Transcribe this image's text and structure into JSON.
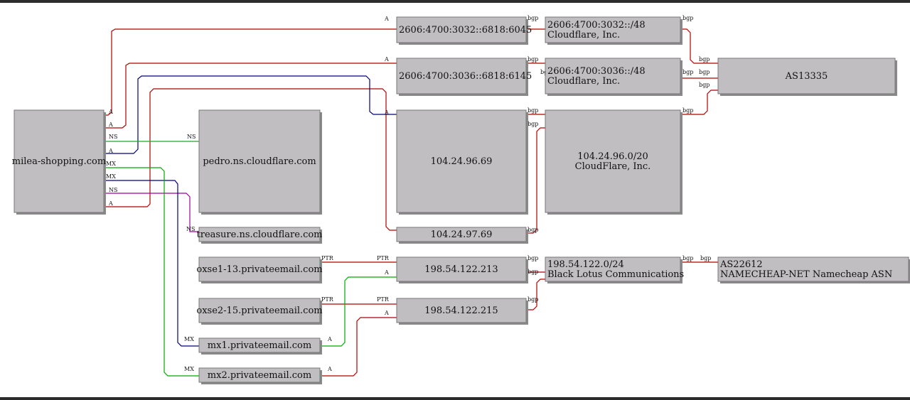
{
  "colors": {
    "A": "#b00000",
    "NS": "#22aa22",
    "MX": "#00007a",
    "PTR": "#b00000",
    "bgp": "#b00000",
    "MX_green": "#00aa00",
    "NS_magenta": "#a000a0"
  },
  "nodes": [
    {
      "id": "domain",
      "lines": [
        "milea-shopping.com"
      ]
    },
    {
      "id": "ip6_6045",
      "lines": [
        "2606:4700:3032::6818:6045"
      ]
    },
    {
      "id": "ip6_6145",
      "lines": [
        "2606:4700:3036::6818:6145"
      ]
    },
    {
      "id": "ip4_9669",
      "lines": [
        "104.24.96.69"
      ]
    },
    {
      "id": "ip4_9769",
      "lines": [
        "104.24.97.69"
      ]
    },
    {
      "id": "ns_pedro",
      "lines": [
        "pedro.ns.cloudflare.com"
      ]
    },
    {
      "id": "ns_treasure",
      "lines": [
        "treasure.ns.cloudflare.com"
      ]
    },
    {
      "id": "pfx_3032",
      "lines": [
        "2606:4700:3032::/48",
        "Cloudflare, Inc."
      ]
    },
    {
      "id": "pfx_3036",
      "lines": [
        "2606:4700:3036::/48",
        "Cloudflare, Inc."
      ]
    },
    {
      "id": "pfx_10424",
      "lines": [
        "104.24.96.0/20",
        "CloudFlare, Inc."
      ]
    },
    {
      "id": "as13335",
      "lines": [
        "AS13335"
      ]
    },
    {
      "id": "oxse1",
      "lines": [
        "oxse1-13.privateemail.com"
      ]
    },
    {
      "id": "oxse2",
      "lines": [
        "oxse2-15.privateemail.com"
      ]
    },
    {
      "id": "ip_213",
      "lines": [
        "198.54.122.213"
      ]
    },
    {
      "id": "ip_215",
      "lines": [
        "198.54.122.215"
      ]
    },
    {
      "id": "pfx_19854",
      "lines": [
        "198.54.122.0/24",
        "Black Lotus Communications"
      ]
    },
    {
      "id": "as22612",
      "lines": [
        "AS22612",
        "NAMECHEAP-NET Namecheap ASN"
      ]
    },
    {
      "id": "mx1",
      "lines": [
        "mx1.privateemail.com"
      ]
    },
    {
      "id": "mx2",
      "lines": [
        "mx2.privateemail.com"
      ]
    }
  ],
  "edges": [
    {
      "id": "e1",
      "type": "A",
      "tail": "A",
      "head": "A"
    },
    {
      "id": "e2",
      "type": "A",
      "tail": "A",
      "head": "A"
    },
    {
      "id": "e3",
      "type": "A",
      "tail": "A",
      "head": ""
    },
    {
      "id": "e4",
      "type": "A",
      "tail": "A",
      "head": "A"
    },
    {
      "id": "e5",
      "type": "NS",
      "tail": "NS",
      "head": "NS"
    },
    {
      "id": "e6",
      "type": "NS",
      "tail": "NS",
      "head": "NS"
    },
    {
      "id": "e7",
      "type": "MX",
      "tail": "MX",
      "head": "MX"
    },
    {
      "id": "e8",
      "type": "MX",
      "tail": "MX",
      "head": "MX"
    },
    {
      "id": "e9",
      "type": "bgp",
      "tail": "bgp",
      "head": ""
    },
    {
      "id": "e10",
      "type": "bgp",
      "tail": "bgp",
      "head": "bgp"
    },
    {
      "id": "e11",
      "type": "bgp",
      "tail": "bgp",
      "head": ""
    },
    {
      "id": "e12",
      "type": "bgp",
      "tail": "bgp",
      "head": "bgp"
    },
    {
      "id": "e13",
      "type": "bgp",
      "tail": "bgp",
      "head": "bgp"
    },
    {
      "id": "e14",
      "type": "bgp",
      "tail": "bgp",
      "head": "bgp"
    },
    {
      "id": "e15",
      "type": "bgp",
      "tail": "bgp",
      "head": "bgp"
    },
    {
      "id": "e16",
      "type": "PTR",
      "tail": "PTR",
      "head": "PTR"
    },
    {
      "id": "e17",
      "type": "PTR",
      "tail": "PTR",
      "head": "PTR"
    },
    {
      "id": "e18",
      "type": "A",
      "tail": "A",
      "head": "A"
    },
    {
      "id": "e19",
      "type": "A",
      "tail": "A",
      "head": "A"
    },
    {
      "id": "e20",
      "type": "bgp",
      "tail": "bgp",
      "head": "bgp"
    },
    {
      "id": "e21",
      "type": "bgp",
      "tail": "bgp",
      "head": ""
    },
    {
      "id": "e22",
      "type": "bgp",
      "tail": "bgp",
      "head": "bgp"
    }
  ]
}
